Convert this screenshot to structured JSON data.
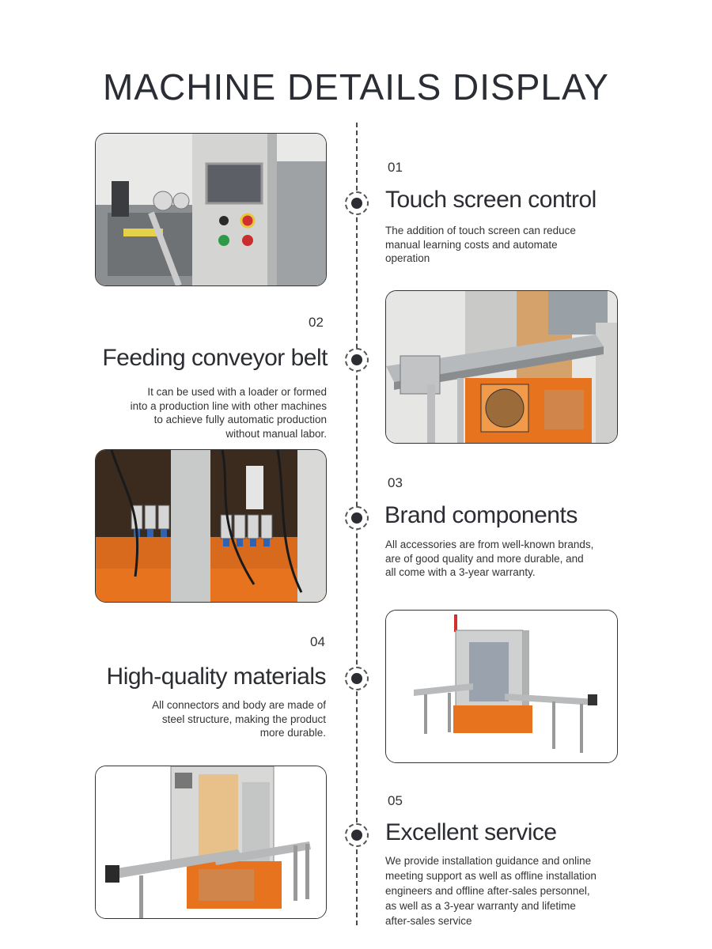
{
  "page": {
    "title": "MACHINE DETAILS DISPLAY"
  },
  "features": [
    {
      "number": "01",
      "heading": "Touch screen control",
      "desc": [
        "The addition of touch screen can reduce",
        "manual learning costs and automate",
        "operation"
      ]
    },
    {
      "number": "02",
      "heading": "Feeding conveyor belt",
      "desc": [
        "It can be used with a loader or formed",
        "into a production line with other machines",
        "to achieve fully automatic production",
        "without manual labor."
      ]
    },
    {
      "number": "03",
      "heading": "Brand components",
      "desc": [
        "All accessories are from well-known brands,",
        "are of good quality and more durable, and",
        "all come with a 3-year warranty."
      ]
    },
    {
      "number": "04",
      "heading": "High-quality materials",
      "desc": [
        "All connectors and body are made of",
        "steel structure, making the product",
        "more durable."
      ]
    },
    {
      "number": "05",
      "heading": "Excellent service",
      "desc": [
        "We provide installation guidance and online",
        "meeting support as well as offline installation",
        "engineers and offline after-sales personnel,",
        "as well as a 3-year warranty and lifetime",
        "after-sales service"
      ]
    }
  ],
  "images": [
    {
      "icon": "touch-screen-panel"
    },
    {
      "icon": "feeding-conveyor"
    },
    {
      "icon": "pneumatic-valves"
    },
    {
      "icon": "full-machine"
    },
    {
      "icon": "machine-with-conveyor"
    }
  ],
  "colors": {
    "accent": "#2b2d33",
    "orange": "#e8731e",
    "steel": "#b9bcbf"
  }
}
